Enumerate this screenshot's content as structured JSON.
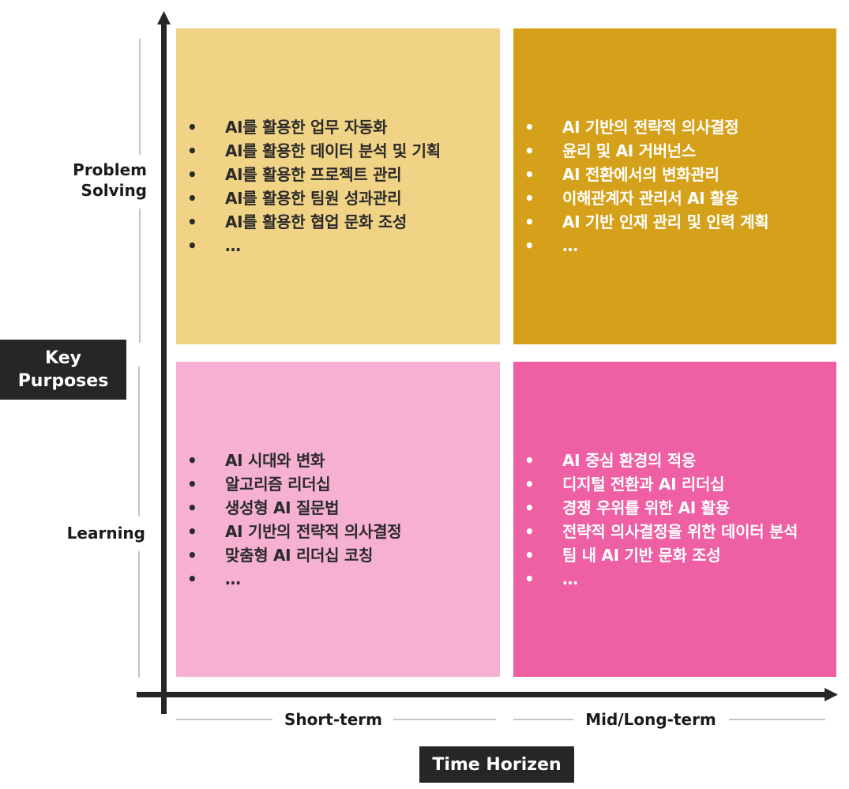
{
  "y_axis": {
    "title": "Key Purposes",
    "title_lines": [
      "Key",
      "Purposes"
    ],
    "categories": [
      {
        "label": "Problem Solving",
        "lines": [
          "Problem",
          "Solving"
        ]
      },
      {
        "label": "Learning"
      }
    ]
  },
  "x_axis": {
    "title": "Time Horizen",
    "categories": [
      {
        "label": "Short-term"
      },
      {
        "label": "Mid/Long-term"
      }
    ]
  },
  "quadrants": {
    "top_left": {
      "color": "#f1d386",
      "text_color": "#2a2a2a",
      "bullet": "•",
      "items": [
        "AI를 활용한 업무 자동화",
        "AI를 활용한 데이터 분석 및 기획",
        "AI를 활용한 프로젝트 관리",
        "AI를 활용한 팀원 성과관리",
        "AI를 활용한 협업 문화 조성",
        "…"
      ]
    },
    "top_right": {
      "color": "#d6a11a",
      "text_color": "#ffffff",
      "bullet": "•",
      "items": [
        "AI 기반의 전략적 의사결정",
        "윤리 및 AI 거버넌스",
        "AI 전환에서의 변화관리",
        "이해관계자 관리서 AI 활용",
        "AI 기반 인재 관리 및 인력 계획",
        "…"
      ]
    },
    "bottom_left": {
      "color": "#f5b0d2",
      "text_color": "#2a2a2a",
      "bullet": "•",
      "items": [
        "AI 시대와 변화",
        "알고리즘 리더십",
        "생성형 AI 질문법",
        "AI 기반의 전략적 의사결정",
        "맞춤형 AI 리더십 코칭",
        "…"
      ]
    },
    "bottom_right": {
      "color": "#ee5fa3",
      "text_color": "#ffffff",
      "bullet": "•",
      "items": [
        "AI 중심 환경의 적응",
        "디지털 전환과 AI 리더십",
        "경쟁 우위를 위한 AI 활용",
        "전략적 의사결정을 위한 데이터 분석",
        "팀 내 AI 기반 문화 조성",
        "…"
      ]
    }
  },
  "colors": {
    "axis": "#262626",
    "guide_line": "#c4c4c4",
    "title_box_bg": "#262626",
    "title_box_text": "#ffffff"
  }
}
